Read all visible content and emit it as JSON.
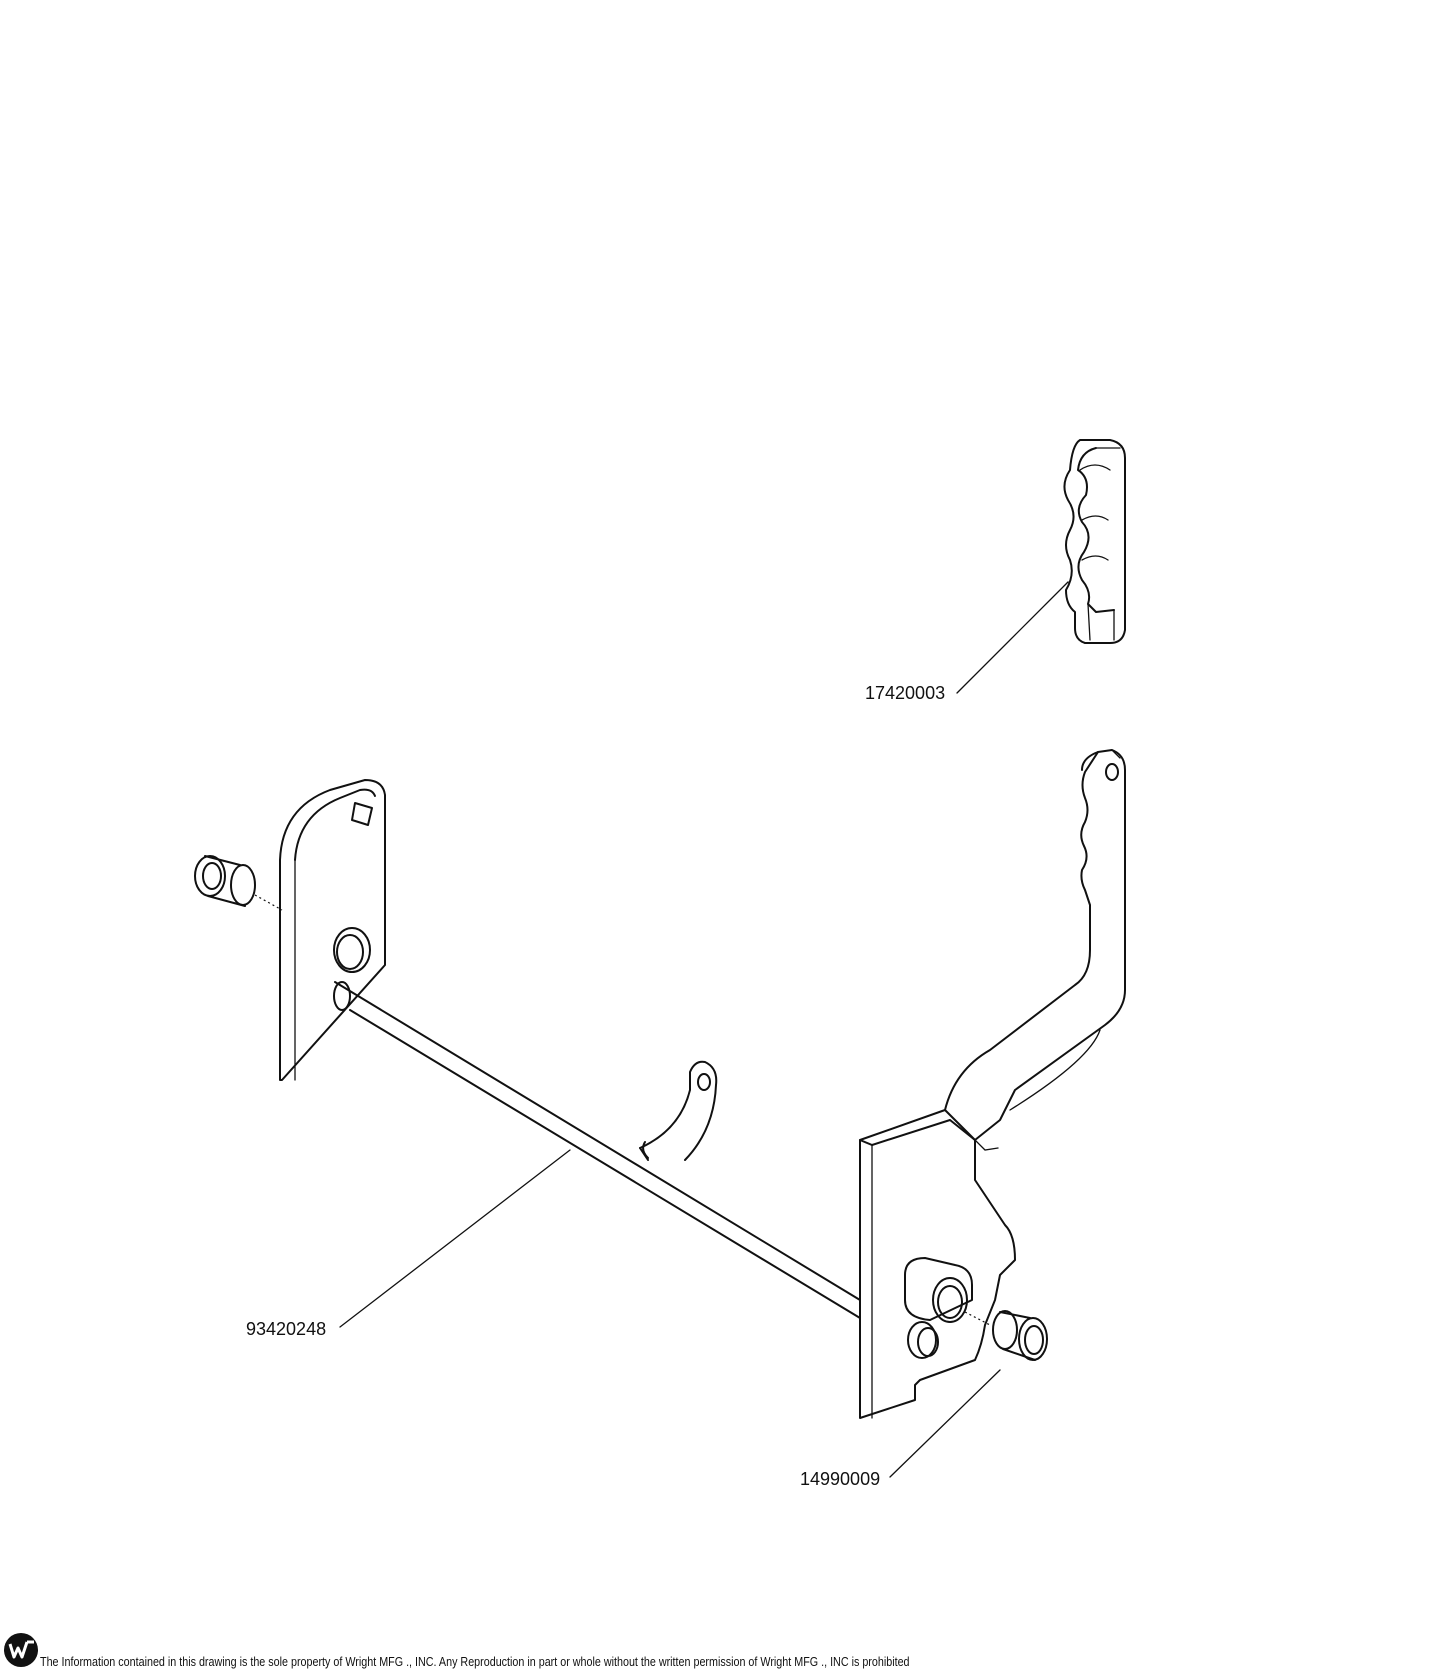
{
  "parts": [
    {
      "id": "grip",
      "part_number": "17420003"
    },
    {
      "id": "shaft",
      "part_number": "93420248"
    },
    {
      "id": "bushing",
      "part_number": "14990009"
    }
  ],
  "footer": {
    "notice": "The Information contained in this drawing is the sole property of Wright MFG ., INC. Any Reproduction in part or whole without the written permission of Wright MFG ., INC is prohibited",
    "logo_icon": "wright-logo-icon"
  },
  "colors": {
    "line": "#111111",
    "background": "#ffffff"
  }
}
